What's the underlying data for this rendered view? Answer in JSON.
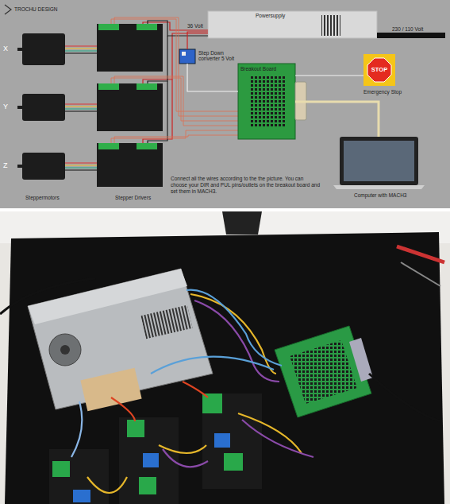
{
  "diagram": {
    "nodes": [
      {
        "text": [
          "Powersupply"
        ]
      },
      {
        "text": [
          "Step Down converter 5 Volt"
        ]
      },
      {
        "text": [
          "Breakout Board"
        ]
      },
      {
        "text": [
          "STOP",
          "Emergency Stop"
        ]
      },
      {
        "text": [
          "Computer with MACH3"
        ]
      },
      {
        "text": [
          "X"
        ]
      },
      {
        "text": [
          "Y"
        ]
      },
      {
        "text": [
          "Z"
        ]
      }
    ],
    "edges": [
      {
        "from": 0,
        "to": 1,
        "arrow": "none"
      },
      {
        "from": 1,
        "to": 2,
        "arrow": "none"
      },
      {
        "from": 3,
        "to": 2,
        "arrow": "none"
      },
      {
        "from": 2,
        "to": 4,
        "arrow": "none"
      }
    ],
    "labels": [
      "TROCHU DESIGN",
      "36 Volt",
      "230 / 110 Volt",
      "Steppermotors",
      "Stepper Drivers",
      "Connect all the wires according to the the picture. You can choose your DIR and PUL pins/outlets on the breakout board and set them in MACH3."
    ]
  }
}
